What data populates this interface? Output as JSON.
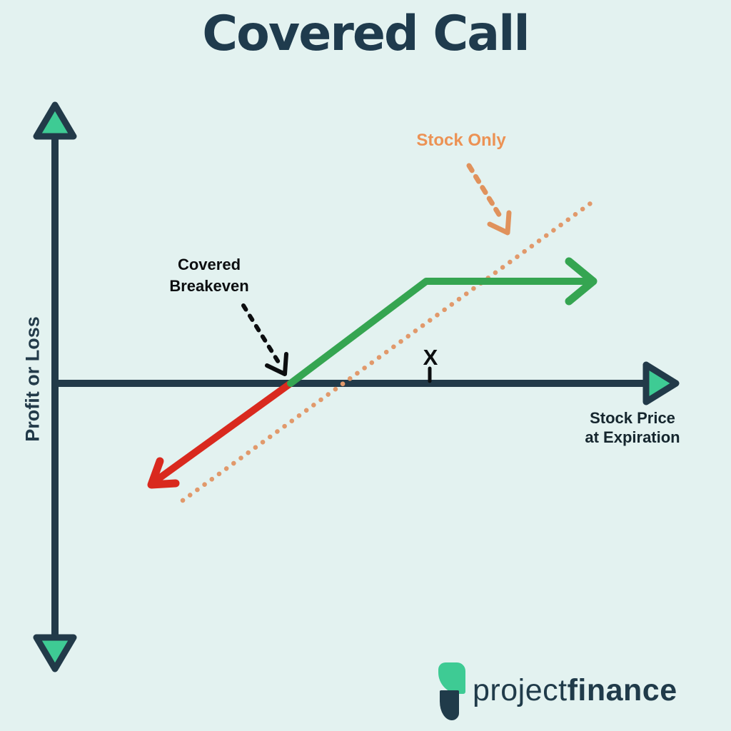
{
  "title": "Covered Call",
  "chart": {
    "ylabel": "Profit or Loss",
    "xlabel_line1": "Stock Price",
    "xlabel_line2": "at Expiration",
    "strike_tick_label": "X",
    "annotations": {
      "stock_only": "Stock Only",
      "breakeven_line1": "Covered",
      "breakeven_line2": "Breakeven"
    },
    "colors": {
      "background": "#e3f2f0",
      "axis_navy": "#223a49",
      "axis_arrowhead_fill": "#3ecb94",
      "profit_green": "#35a551",
      "loss_red": "#d9291e",
      "stock_only_orange": "#e1996b",
      "stock_only_label_orange": "#ec9254",
      "annotation_black": "#0c0e10",
      "title_navy": "#1f3b4d",
      "logo_navy": "#203b4a",
      "logo_green": "#3ecb94"
    }
  },
  "chart_data": {
    "type": "line",
    "title": "Covered Call",
    "xlabel": "Stock Price at Expiration",
    "ylabel": "Profit or Loss",
    "axes_numeric": false,
    "units_note": "no numeric scale shown; x normalized so strike X = 1, y normalized so max profit = 1",
    "series": [
      {
        "name": "Covered Call payoff",
        "segments": [
          {
            "name": "loss segment",
            "color": "#d9291e",
            "style": "solid",
            "points": [
              [
                0.26,
                -0.98
              ],
              [
                0.63,
                0.0
              ]
            ]
          },
          {
            "name": "profit segment",
            "color": "#35a551",
            "style": "solid",
            "points": [
              [
                0.63,
                0.0
              ],
              [
                1.0,
                1.0
              ],
              [
                1.44,
                1.0
              ]
            ]
          }
        ]
      },
      {
        "name": "Stock Only",
        "color": "#e1996b",
        "style": "dotted",
        "points": [
          [
            0.34,
            -1.15
          ],
          [
            0.77,
            0.0
          ],
          [
            1.43,
            1.76
          ]
        ]
      }
    ],
    "key_points": {
      "covered_breakeven_x": 0.63,
      "strike_x": 1.0,
      "max_profit_y": 1.0
    },
    "x_ticks": [
      "X"
    ],
    "legend": "none (inline annotations with arrows)",
    "grid": false
  },
  "logo": {
    "brand_regular": "project",
    "brand_bold": "finance"
  }
}
